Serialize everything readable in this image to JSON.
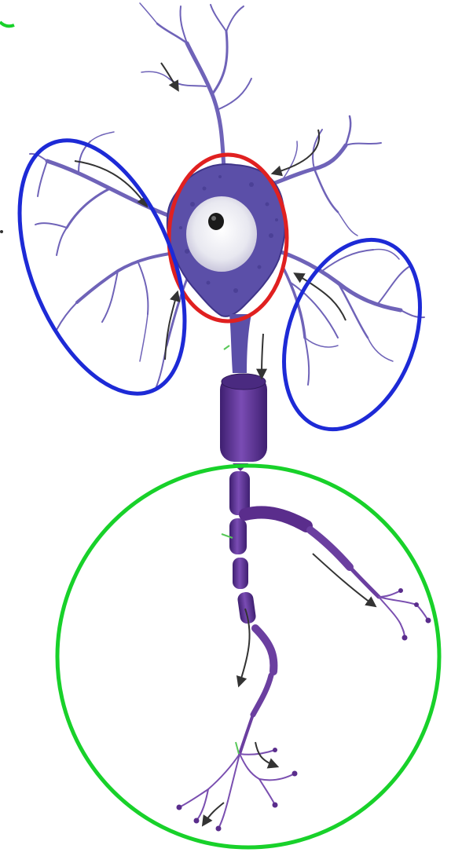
{
  "diagram": {
    "subject": "neuron",
    "colors": {
      "background": "#ffffff",
      "dendrite": "#6f63b8",
      "dendrite_light": "#a69ad6",
      "soma": "#5b4fa8",
      "soma_dark": "#3f3488",
      "nucleus_halo": "#eeeef4",
      "nucleus": "#222222",
      "myelin": "#5a2d8c",
      "myelin_light": "#8a5cc0",
      "axon": "#6b3fa0",
      "terminal": "#7a4fb0",
      "arrow": "#333333",
      "highlight_soma": "#e02020",
      "highlight_dendrites": "#1d2ad6",
      "highlight_axon_terminal": "#18d12a",
      "corner_mark": "#18d12a"
    },
    "highlights": [
      {
        "region": "cell-body",
        "shape": "ellipse",
        "color": "red"
      },
      {
        "region": "dendrites-left",
        "shape": "ellipse",
        "color": "blue"
      },
      {
        "region": "dendrites-right",
        "shape": "ellipse",
        "color": "blue"
      },
      {
        "region": "axon-terminals",
        "shape": "circle",
        "color": "green"
      }
    ]
  }
}
